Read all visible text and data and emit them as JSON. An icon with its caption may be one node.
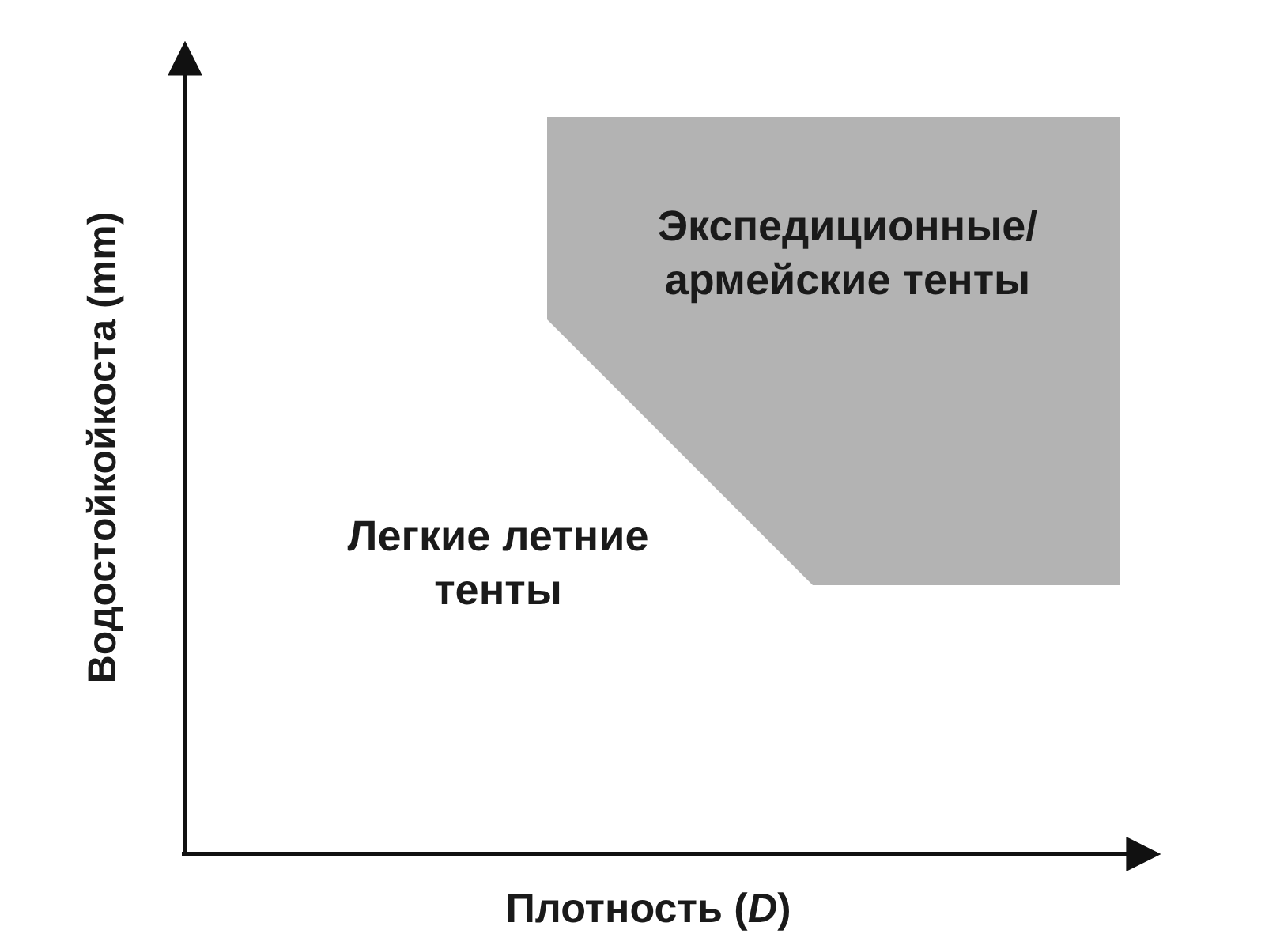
{
  "diagram": {
    "nodes": [
      {
        "text": [
          "Экспедиционные/ армейские тенты"
        ]
      }
    ],
    "edges": [],
    "labels": [
      "Легкие летние тенты",
      "Водостойкойкоста (mm)",
      "Плотность (*D*)"
    ]
  }
}
